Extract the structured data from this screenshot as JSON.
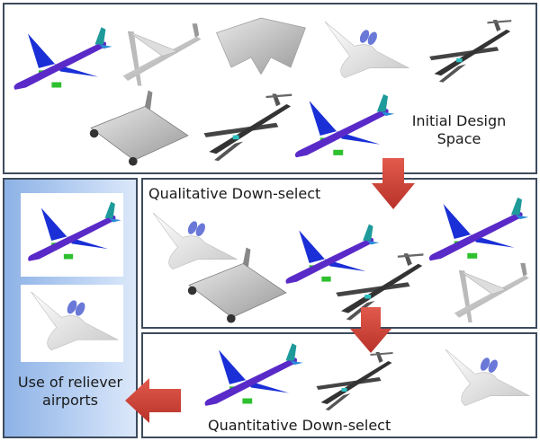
{
  "stages": {
    "initial": {
      "label_line1": "Initial Design",
      "label_line2": "Space"
    },
    "qualitative": {
      "label": "Qualitative Down-select"
    },
    "quantitative": {
      "label": "Quantitative Down-select"
    },
    "result": {
      "label_line1": "Use of reliever",
      "label_line2": "airports"
    }
  },
  "colors": {
    "arrow": "#d9443a",
    "border": "#3d4b5c",
    "panel": "#8db2e6"
  }
}
